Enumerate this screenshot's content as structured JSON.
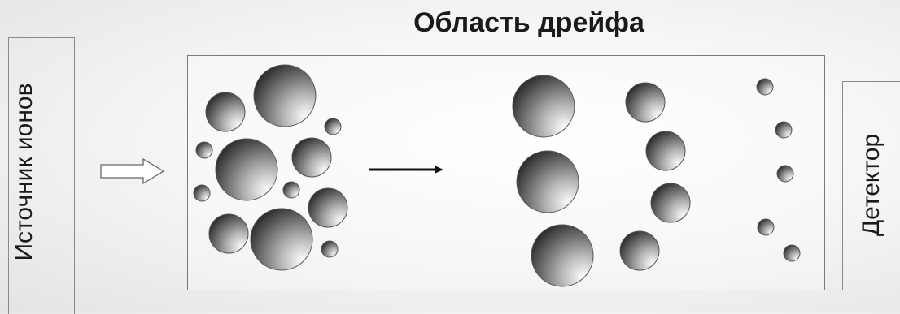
{
  "title": "Область дрейфа",
  "source_label": "Источник ионов",
  "detector_label": "Детектор",
  "colors": {
    "ion_light": "#ffffff",
    "ion_dark": "#1e1e1e",
    "outline": "#555555"
  },
  "icons": [
    "hollow-arrow-icon",
    "drift-direction-arrow-icon"
  ]
}
